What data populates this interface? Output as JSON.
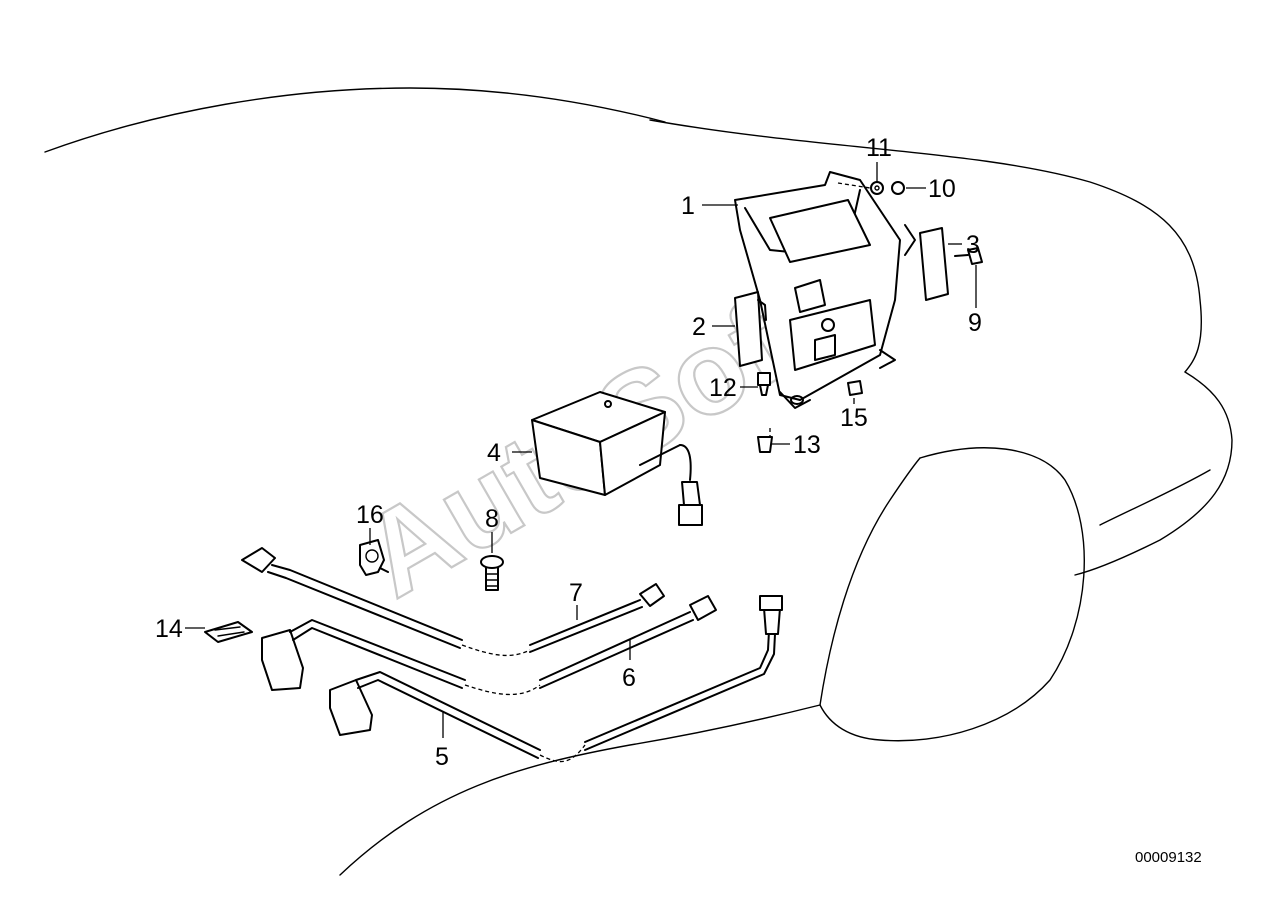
{
  "diagram": {
    "watermark": "AutoSoft",
    "document_number": "00009132",
    "callouts": [
      "1",
      "2",
      "3",
      "4",
      "5",
      "6",
      "7",
      "8",
      "9",
      "10",
      "11",
      "12",
      "13",
      "14",
      "15",
      "16"
    ]
  }
}
